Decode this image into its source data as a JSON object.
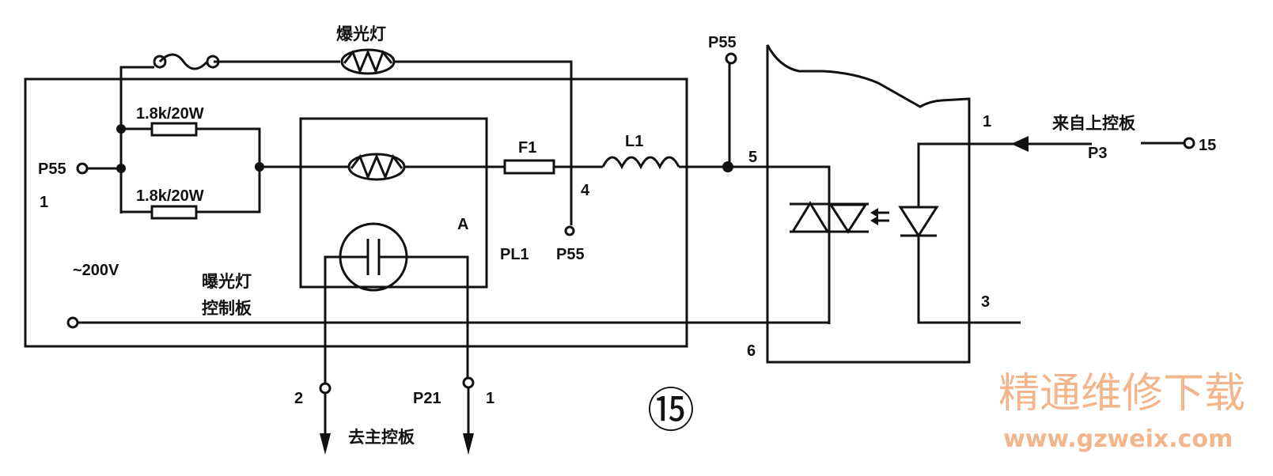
{
  "labels": {
    "exposure_lamp_top": "爆光灯",
    "resistor_top": "1.8k/20W",
    "resistor_bottom": "1.8k/20W",
    "p55_left": "P55",
    "pin1_left": "1",
    "f1": "F1",
    "l1": "L1",
    "p55_top": "P55",
    "pin4": "4",
    "pin5": "5",
    "box_a": "A",
    "pl1": "PL1",
    "p55_mid": "P55",
    "voltage": "~200V",
    "control_board_line1": "曝光灯",
    "control_board_line2": "控制板",
    "pin6": "6",
    "pin1_right": "1",
    "pin3": "3",
    "from_upper_board": "来自上控板",
    "p3": "P3",
    "pin15": "15",
    "pin2_bottom": "2",
    "p21": "P21",
    "pin1_bottom": "1",
    "to_main_board": "去主控板",
    "figure_number": "⑮"
  },
  "watermark": {
    "title": "精通维修下载",
    "url": "www.gzweix.com",
    "color": "#f2b58c"
  }
}
